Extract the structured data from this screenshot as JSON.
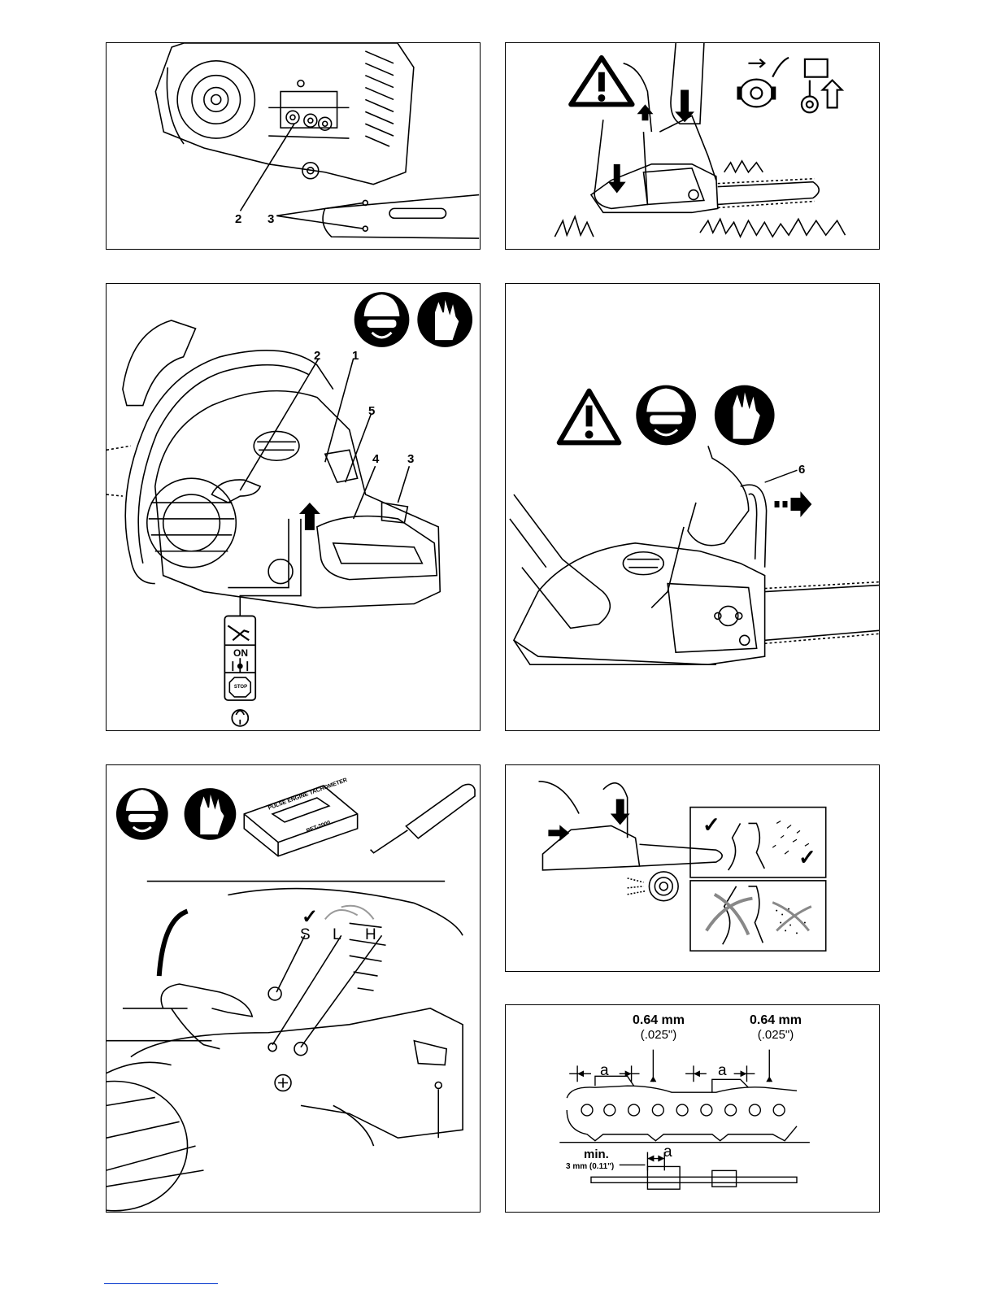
{
  "panel1": {
    "callouts": [
      "2",
      "3"
    ]
  },
  "panel2": {
    "icons": [
      "warning-triangle-icon",
      "choke-pull-icon",
      "starter-pull-icon"
    ]
  },
  "panel3": {
    "callouts": [
      "2",
      "1",
      "5",
      "4",
      "3"
    ],
    "selector": {
      "on_label": "ON",
      "stop_label": "STOP"
    },
    "icons": [
      "helmet-goggles-icon",
      "gloves-icon"
    ]
  },
  "panel4": {
    "callouts": [
      "6"
    ],
    "icons": [
      "warning-triangle-icon",
      "helmet-goggles-icon",
      "gloves-icon"
    ]
  },
  "panel5": {
    "tachometer_title": "PULSE ENGINE TACHOMETER",
    "tachometer_model": "PET-2000",
    "screws": [
      "S",
      "L",
      "H"
    ],
    "check_mark": "✓",
    "icons": [
      "helmet-goggles-icon",
      "gloves-icon",
      "screwdriver-icon"
    ]
  },
  "panel6": {
    "good_mark": "✓",
    "good_mark2": "✓"
  },
  "panel7": {
    "left_value": "0.64 mm",
    "left_sub": "(.025\")",
    "right_value": "0.64 mm",
    "right_sub": "(.025\")",
    "dim_a": "a",
    "min_label": "min.",
    "min_value": "3 mm (0.11\")"
  }
}
